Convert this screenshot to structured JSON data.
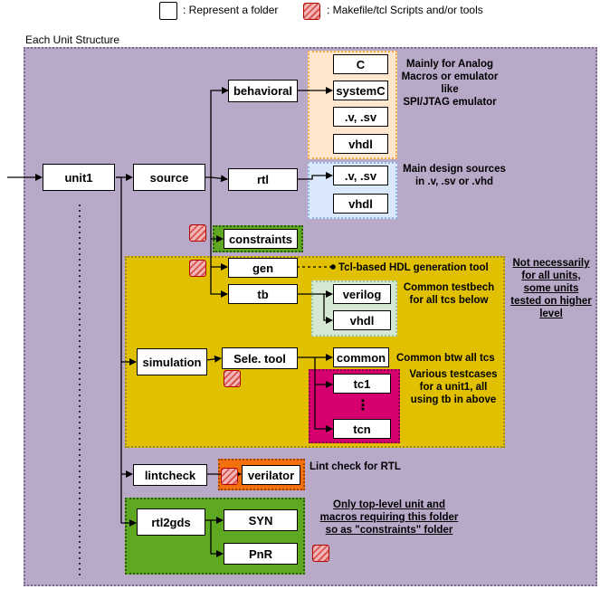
{
  "legend": {
    "folder_text": ": Represent a folder",
    "scripts_text": ": Makefile/tcl Scripts and/or tools"
  },
  "structure_title": "Each Unit Structure",
  "folders": {
    "unit1": "unit1",
    "source": "source",
    "behavioral": "behavioral",
    "c": "C",
    "systemc": "systemC",
    "beh_v_sv": ".v, .sv",
    "beh_vhdl": "vhdl",
    "rtl": "rtl",
    "rtl_v_sv": ".v, .sv",
    "rtl_vhdl": "vhdl",
    "constraints": "constraints",
    "gen": "gen",
    "tb": "tb",
    "verilog": "verilog",
    "tb_vhdl": "vhdl",
    "simulation": "simulation",
    "sele_tool": "Sele. tool",
    "common": "common",
    "tc1": "tc1",
    "tcn": "tcn",
    "lintcheck": "lintcheck",
    "verilator": "verilator",
    "rtl2gds": "rtl2gds",
    "syn": "SYN",
    "pnr": "PnR"
  },
  "notes": {
    "behavioral_note": [
      "Mainly for Analog",
      "Macros or emulator like",
      "SPI/JTAG emulator"
    ],
    "rtl_note": [
      "Main design sources",
      "in .v, .sv or .vhd"
    ],
    "gen_note": "Tcl-based HDL generation tool",
    "not_necessary": [
      "Not necessarily",
      "for all units,",
      "some units",
      "tested on higher",
      "level"
    ],
    "testbench_note": [
      "Common testbech",
      "for all tcs below"
    ],
    "common_note": "Common btw all tcs",
    "testcases_note": [
      "Various testcases",
      "for a unit1, all",
      "using tb in above"
    ],
    "lint_note": "Lint check for RTL",
    "rtl2gds_note": [
      "Only top-level unit and",
      "macros requiring this folder",
      "so as \"constraints\" folder"
    ],
    "tc_dots": "⋮"
  },
  "colors": {
    "unit_bg": "#b8a9c9",
    "unit_border": "#7a6a90",
    "behavioral_bg": "#ffe6cc",
    "behavioral_border": "#f5a742",
    "rtl_bg": "#dae8fc",
    "rtl_border": "#8fb2e0",
    "constraints_bg": "#5fa821",
    "simulation_bg": "#e0c000",
    "simulation_border": "#9c8a20",
    "tb_bg": "#d5e8d4",
    "tb_border": "#9bc49a",
    "testcase_bg": "#d6006e",
    "lint_bg": "#f4700a",
    "rtl2gds_bg": "#5fa821",
    "hatch": "#d9534f"
  }
}
